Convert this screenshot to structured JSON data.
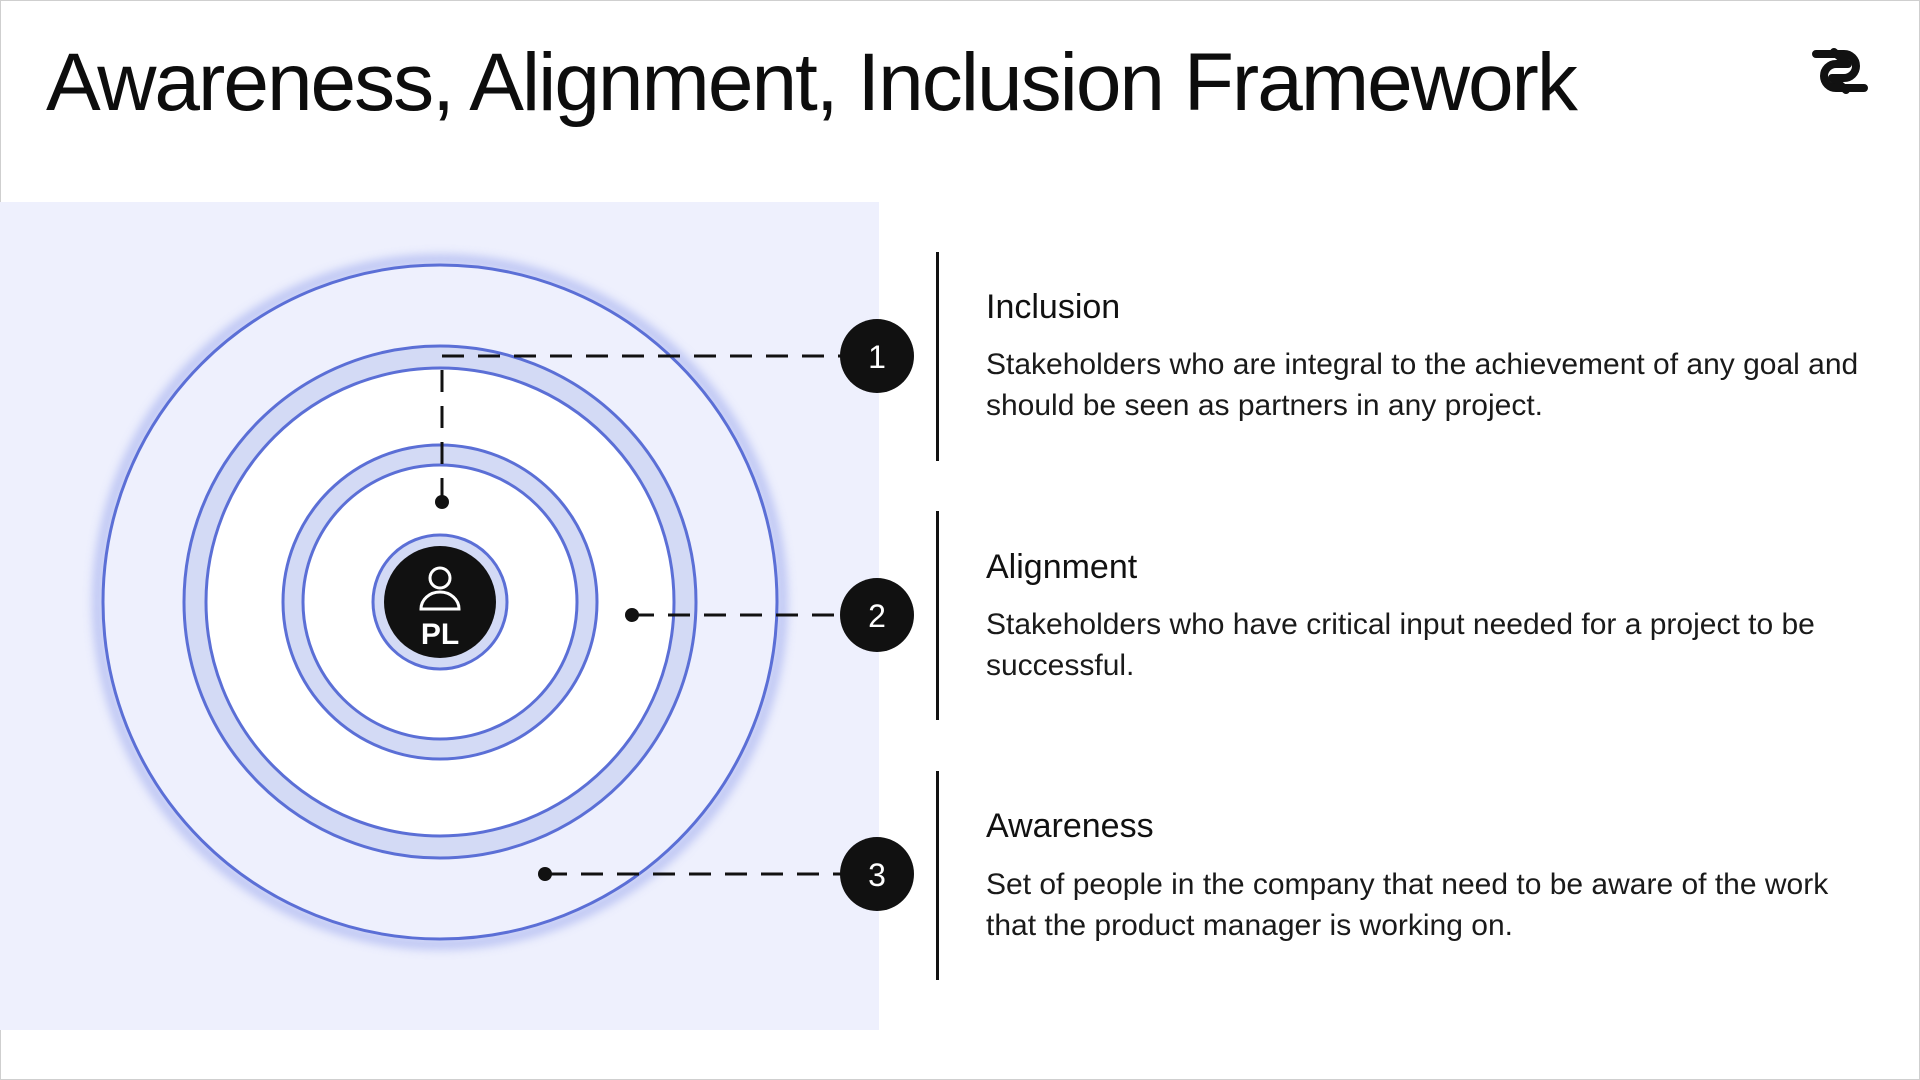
{
  "title": "Awareness, Alignment, Inclusion Framework",
  "center": {
    "label": "PL",
    "icon": "person-icon"
  },
  "items": [
    {
      "number": "1",
      "heading": "Inclusion",
      "description": "Stakeholders who are integral to the achievement of any goal and should be seen as partners in any project."
    },
    {
      "number": "2",
      "heading": "Alignment",
      "description": "Stakeholders who have critical input needed for a project to be successful."
    },
    {
      "number": "3",
      "heading": "Awareness",
      "description": "Set of people in the company that need to be aware of the work that the product manager is working on."
    }
  ],
  "colors": {
    "panel_bg": "#eef0fd",
    "ring_stroke": "#5b6fd6",
    "ring_fill": "#d3daf5",
    "badge": "#111111"
  }
}
